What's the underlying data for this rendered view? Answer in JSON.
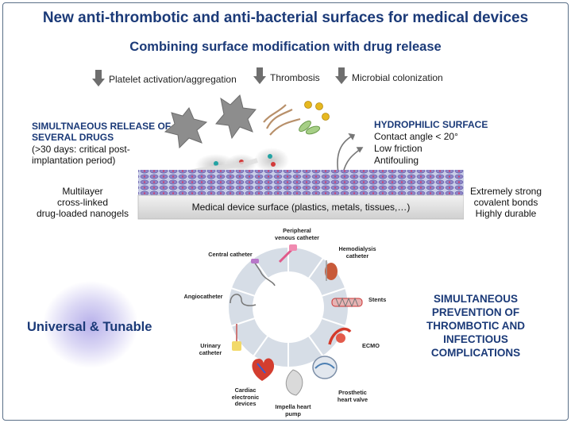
{
  "title": "New anti-thrombotic and anti-bacterial surfaces for medical devices",
  "subtitle": "Combining surface modification with drug release",
  "arrows": [
    {
      "label": "Platelet activation/aggregation",
      "icon": "down-arrow-icon"
    },
    {
      "label": "Thrombosis",
      "icon": "down-arrow-icon"
    },
    {
      "label": "Microbial colonization",
      "icon": "down-arrow-icon"
    }
  ],
  "release": {
    "heading_line1": "SIMULTNAEOUS RELEASE OF",
    "heading_line2": "SEVERAL DRUGS",
    "detail_line1": "(>30 days: critical post-",
    "detail_line2": "implantation period)"
  },
  "hydrophilic": {
    "heading": "HYDROPHILIC SURFACE",
    "items": [
      "Contact angle < 20°",
      "Low friction",
      "Antifouling"
    ]
  },
  "nanogels": {
    "line1": "Multilayer",
    "line2": "cross-linked",
    "line3": "drug-loaded nanogels"
  },
  "bonds": {
    "line1": "Extremely strong",
    "line2": "covalent bonds",
    "line3": "Highly durable"
  },
  "device_surface": "Medical device surface (plastics, metals, tissues,…)",
  "universal": "Universal & Tunable",
  "wheel_labels": {
    "peripheral": [
      "Peripheral",
      "venous catheter"
    ],
    "hemodialysis": [
      "Hemodialysis",
      "catheter"
    ],
    "stents": [
      "Stents"
    ],
    "ecmo": [
      "ECMO"
    ],
    "prosthetic": [
      "Prosthetic",
      "heart valve"
    ],
    "impella": [
      "Impella heart",
      "pump"
    ],
    "cardiac": [
      "Cardiac",
      "electronic",
      "devices"
    ],
    "urinary": [
      "Urinary",
      "catheter"
    ],
    "angiocatheter": [
      "Angiocatheter"
    ],
    "central": [
      "Central catheter"
    ]
  },
  "prevention": [
    "SIMULTANEOUS",
    "PREVENTION OF",
    "THROMBOTIC AND",
    "INFECTIOUS",
    "COMPLICATIONS"
  ],
  "colors": {
    "accent": "#1b3a78",
    "arrow_gray": "#6e6e6e",
    "wheel": "#d6dde6",
    "halo": "#b7b0ea"
  }
}
